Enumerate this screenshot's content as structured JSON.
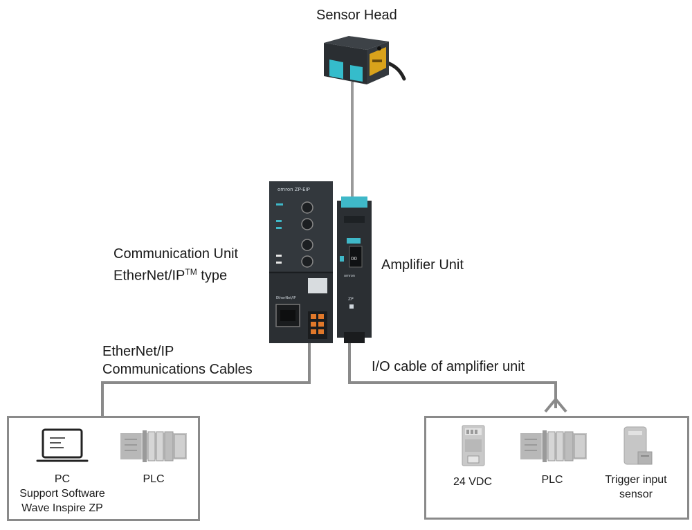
{
  "labels": {
    "sensor_head": "Sensor Head",
    "comm_unit_line1": "Communication Unit",
    "comm_unit_line2_prefix": "EtherNet/IP",
    "comm_unit_line2_sup": "TM",
    "comm_unit_line2_suffix": " type",
    "amplifier_unit": "Amplifier Unit",
    "ethernet_cables_line1": "EtherNet/IP",
    "ethernet_cables_line2": "Communications Cables",
    "io_cable": "I/O cable of amplifier unit"
  },
  "left_box": {
    "pc_line1": "PC",
    "pc_line2": "Support Software",
    "pc_line3": "Wave Inspire ZP",
    "plc": "PLC"
  },
  "right_box": {
    "power": "24 VDC",
    "plc": "PLC",
    "trigger_line1": "Trigger input",
    "trigger_line2": "sensor"
  },
  "device_markings": {
    "brand_model": "omron ZP-EIP",
    "ethernet_ip": "EtherNet/IP",
    "amp_brand": "omron",
    "amp_model": "ZP"
  },
  "colors": {
    "wire": "#8a8a8a",
    "device_dark": "#2b2f33",
    "accent_teal": "#3fb8c8",
    "sensor_label": "#d9a21b",
    "terminal_orange": "#e0782a"
  }
}
